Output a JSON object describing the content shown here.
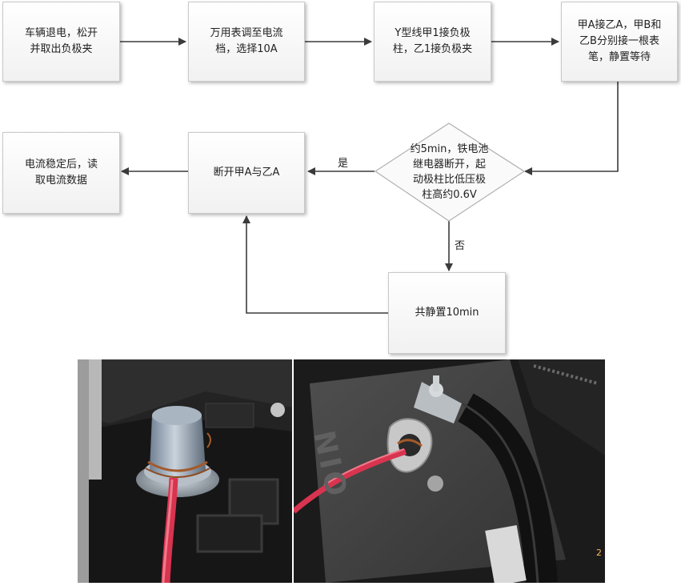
{
  "flowchart": {
    "step1": "车辆退电，松开\n并取出负极夹",
    "step2": "万用表调至电流\n档，选择10A",
    "step3": "Y型线甲1接负极\n柱，乙1接负极夹",
    "step4": "甲A接乙A，甲B和\n乙B分别接一根表\n笔，静置等待",
    "decision": "约5min，铁电池\n继电器断开，起\n动极柱比低压极\n柱高约0.6V",
    "yes_label": "是",
    "no_label": "否",
    "step_disconnect": "断开甲A与乙A",
    "step_read": "电流稳定后，读\n取电流数据",
    "step_wait": "共静置10min"
  },
  "photos": {
    "left_photo_text": "",
    "right_photo_text": "NIO",
    "right_photo_label": "2"
  },
  "colors": {
    "line": "#3b3b3b",
    "box_border": "#c9c9c9",
    "wire_red": "#d8344f"
  }
}
